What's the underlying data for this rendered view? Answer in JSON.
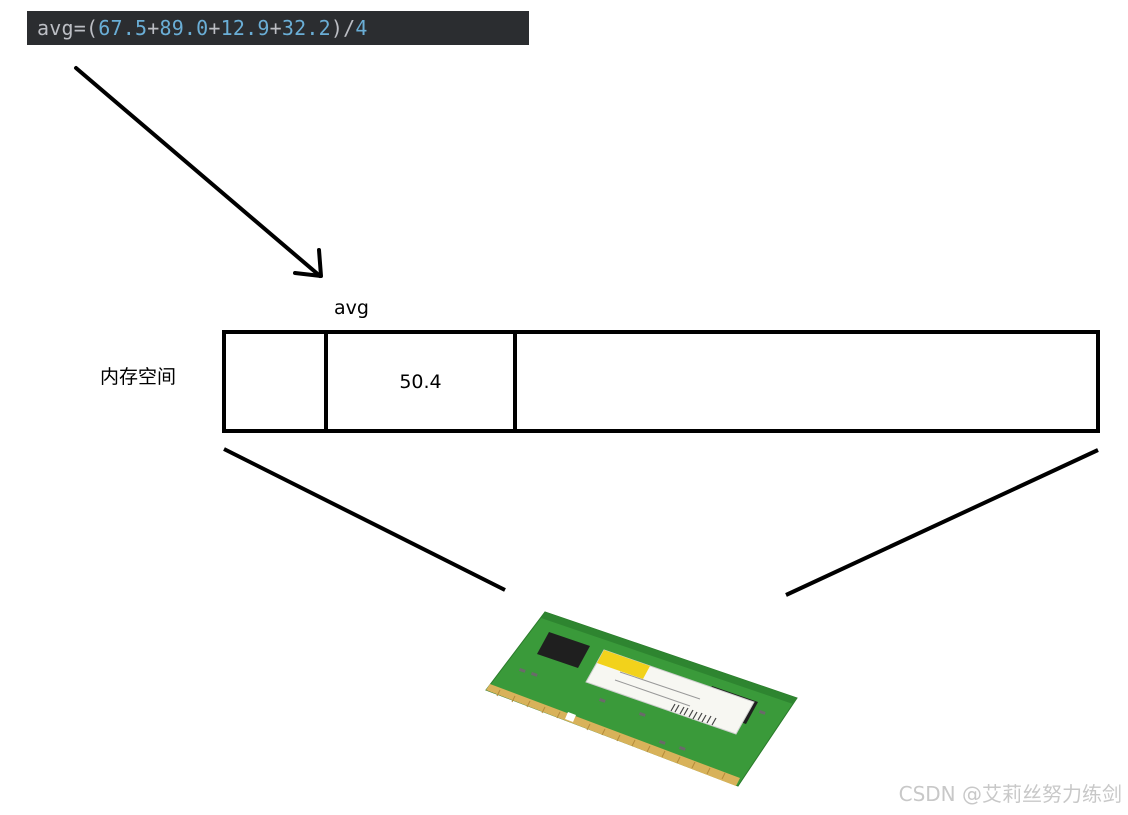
{
  "code": {
    "variable": "avg",
    "equals": "=",
    "open_paren": "(",
    "num1": "67.5",
    "num2": "89.0",
    "num3": "12.9",
    "num4": "32.2",
    "plus": "+",
    "close_paren": ")",
    "divide": "/",
    "divisor": "4"
  },
  "diagram": {
    "variable_label": "avg",
    "memory_label": "内存空间",
    "cells": [
      "",
      "50.4",
      ""
    ]
  },
  "watermark": "CSDN @艾莉丝努力练剑",
  "colors": {
    "code_bg": "#2b2d30",
    "code_ident": "#bcbec4",
    "code_number": "#6aaed6",
    "pcb_green": "#3a9a3a",
    "label_yellow": "#f2d21b",
    "gold_pins": "#d8b25a"
  },
  "icons": [
    "arrow-icon",
    "ram-module-image"
  ]
}
